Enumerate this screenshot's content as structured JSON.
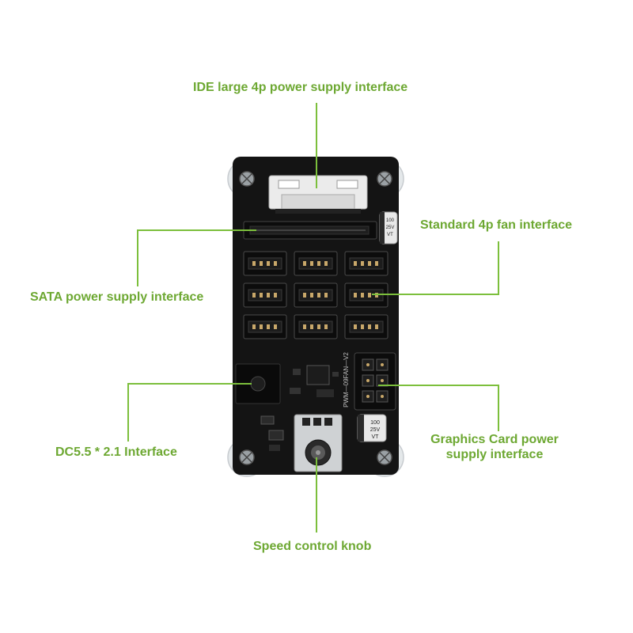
{
  "colors": {
    "label": "#6da832",
    "leader_line": "#7cbf3c",
    "board": "#111111",
    "standoff": "#d9dde0"
  },
  "labels": {
    "ide": "IDE large 4p power supply interface",
    "fan": "Standard 4p fan interface",
    "sata": "SATA power supply interface",
    "dc": "DC5.5 * 2.1 Interface",
    "gpu_line1": "Graphics Card power",
    "gpu_line2": "supply interface",
    "knob": "Speed control knob"
  },
  "board_silkscreen": {
    "model": "PWM—09FAN—V2",
    "cap_top_1": "100",
    "cap_top_2": "25V",
    "cap_top_3": "VT",
    "cap_bottom_1": "100",
    "cap_bottom_2": "25V",
    "cap_bottom_3": "VT"
  }
}
